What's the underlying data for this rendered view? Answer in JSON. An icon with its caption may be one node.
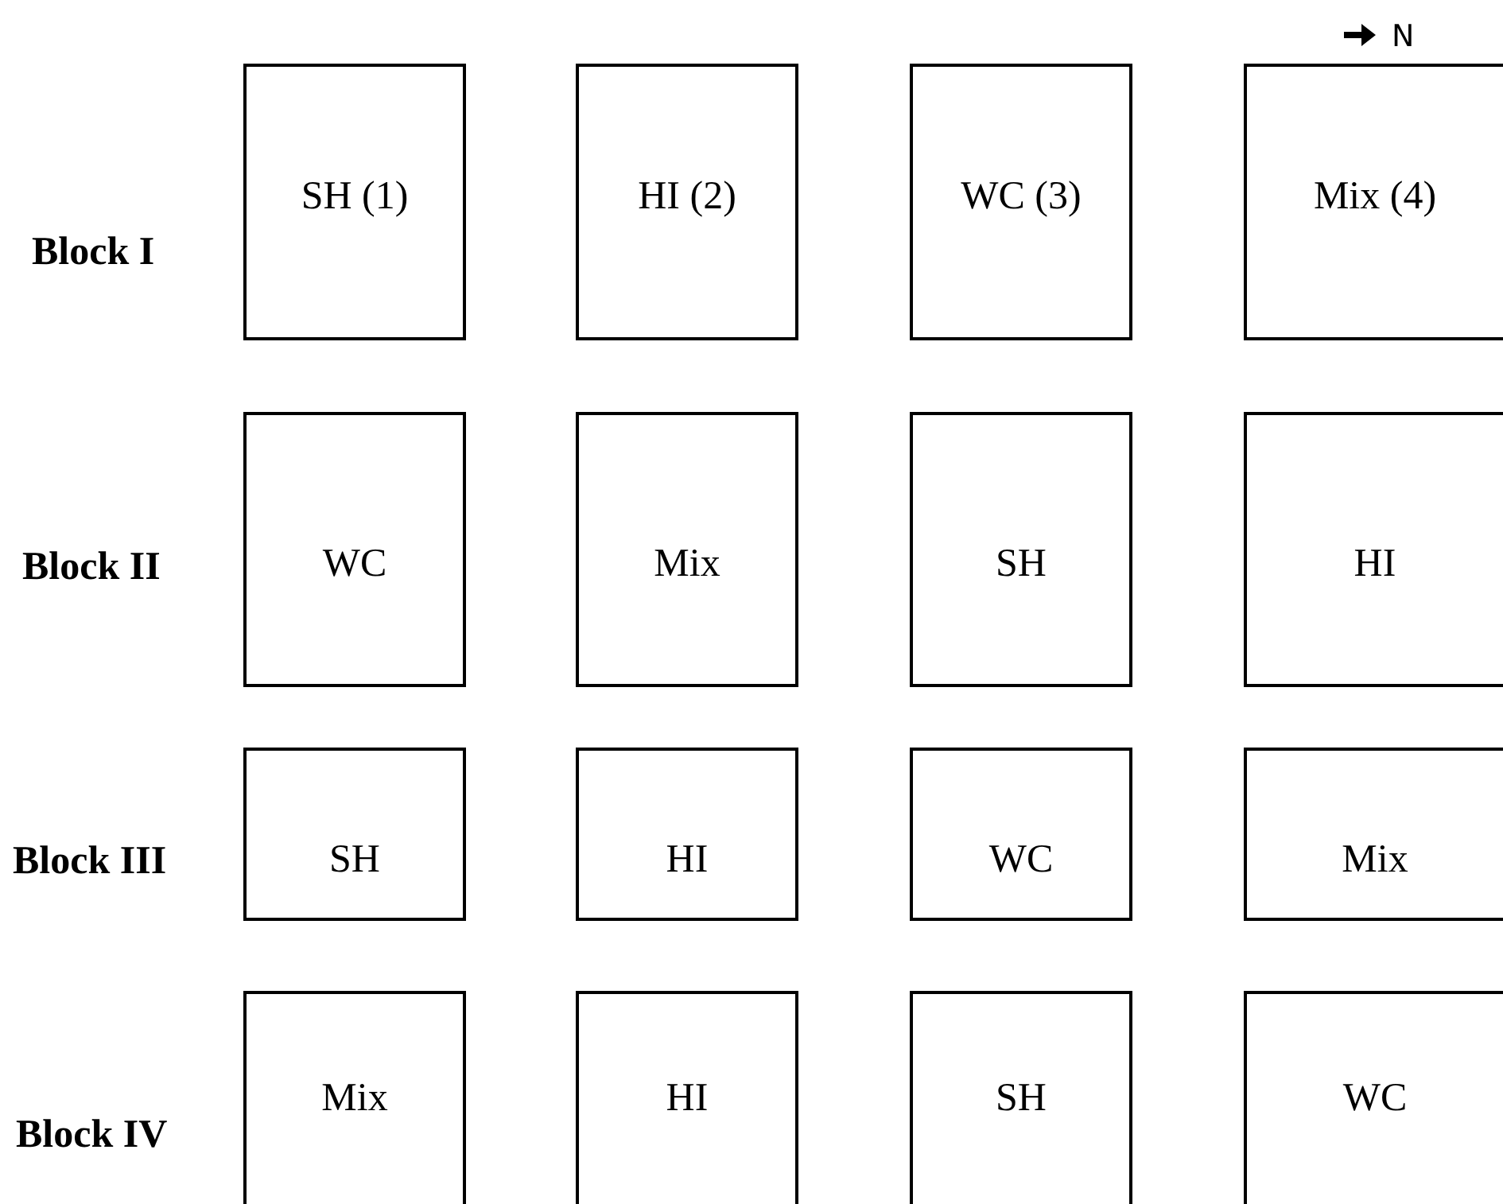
{
  "diagram": {
    "nodes": [
      {
        "text": [
          "SH (1)"
        ]
      },
      {
        "text": [
          "HI (2)"
        ]
      },
      {
        "text": [
          "WC (3)"
        ]
      },
      {
        "text": [
          "Mix (4)"
        ]
      },
      {
        "text": [
          "WC"
        ]
      },
      {
        "text": [
          "Mix"
        ]
      },
      {
        "text": [
          "SH"
        ]
      },
      {
        "text": [
          "HI"
        ]
      },
      {
        "text": [
          "SH"
        ]
      },
      {
        "text": [
          "HI"
        ]
      },
      {
        "text": [
          "WC"
        ]
      },
      {
        "text": [
          "Mix"
        ]
      },
      {
        "text": [
          "Mix"
        ]
      },
      {
        "text": [
          "HI"
        ]
      },
      {
        "text": [
          "SH"
        ]
      },
      {
        "text": [
          "WC"
        ]
      }
    ],
    "labels": [
      "N",
      "Block I",
      "Block II",
      "Block III",
      "Block IV"
    ]
  }
}
